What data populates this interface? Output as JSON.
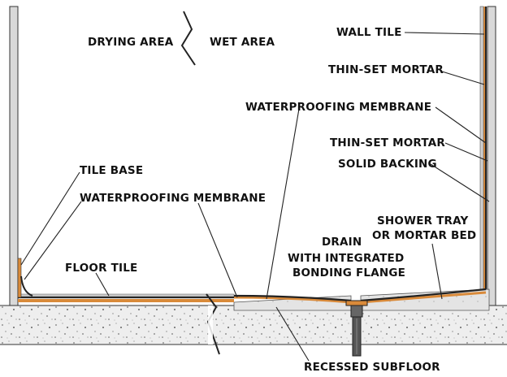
{
  "labels": {
    "drying_area": "DRYING AREA",
    "wet_area": "WET AREA",
    "wall_tile": "WALL TILE",
    "thin_set_mortar_1": "THIN-SET MORTAR",
    "waterproofing_membrane_1": "WATERPROOFING MEMBRANE",
    "thin_set_mortar_2": "THIN-SET MORTAR",
    "solid_backing": "SOLID BACKING",
    "tile_base": "TILE BASE",
    "waterproofing_membrane_2": "WATERPROOFING MEMBRANE",
    "shower_tray_line1": "SHOWER TRAY",
    "shower_tray_line2": "OR MORTAR BED",
    "drain": "DRAIN",
    "drain_line2": "WITH INTEGRATED",
    "drain_line3": "BONDING FLANGE",
    "floor_tile": "FLOOR TILE",
    "recessed_subfloor": "RECESSED SUBFLOOR"
  },
  "colors": {
    "concrete": "#eeeeee",
    "wall": "#d9d9d9",
    "mortar": "#d98a3a",
    "membrane": "#222222",
    "tray": "#e4e4e4",
    "drain_label": "#f29a2e",
    "pipe": "#555555"
  }
}
